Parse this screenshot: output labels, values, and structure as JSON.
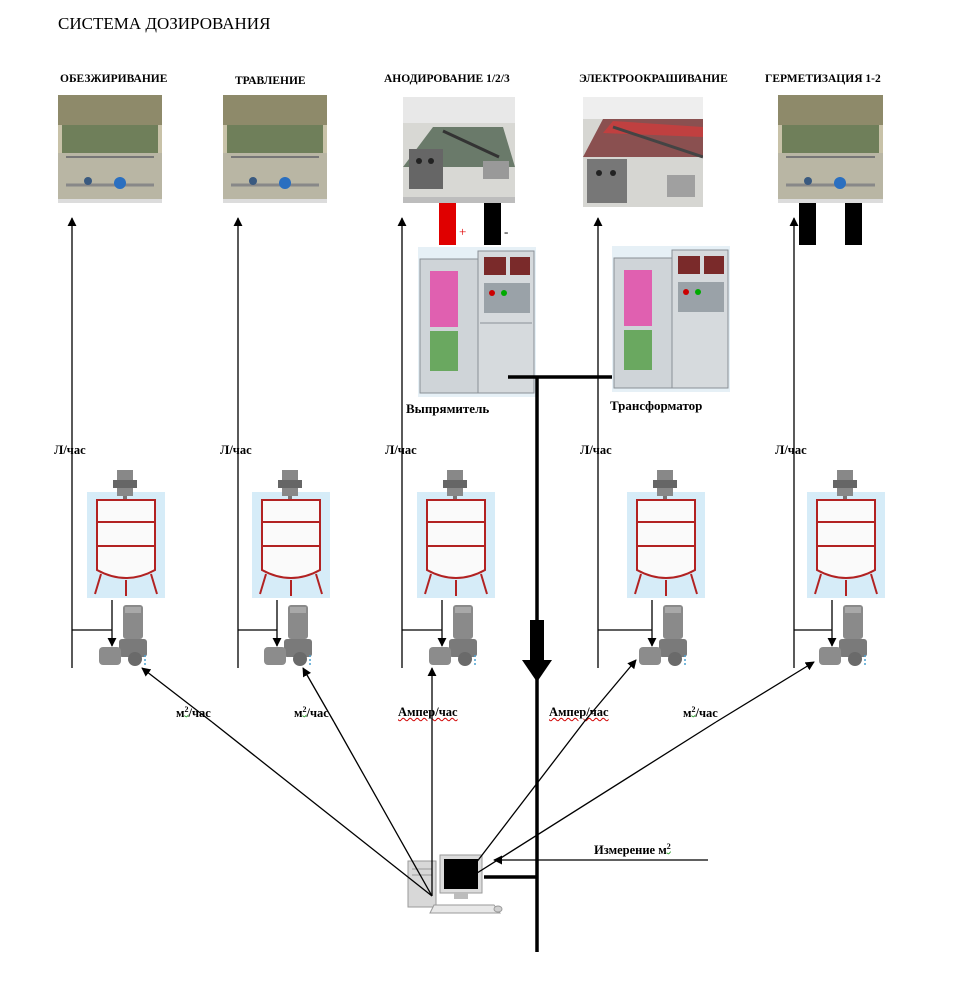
{
  "title": "СИСТЕМА ДОЗИРОВАНИЯ",
  "stages": [
    {
      "label": "ОБЕЗЖИРИВАНИЕ",
      "flow_label": "Л/час"
    },
    {
      "label": "ТРАВЛЕНИЕ",
      "flow_label": "Л/час"
    },
    {
      "label": "АНОДИРОВАНИЕ 1/2/3",
      "flow_label": "Л/час"
    },
    {
      "label": "ЭЛЕКТРООКРАШИВАНИЕ",
      "flow_label": "Л/час"
    },
    {
      "label": "ГЕРМЕТИЗАЦИЯ 1-2",
      "flow_label": "Л/час"
    }
  ],
  "polarity": {
    "plus": "+",
    "minus": "-"
  },
  "rectifier_label": "Выпрямитель",
  "transformer_label": "Трансформатор",
  "control_labels": [
    {
      "text": "м",
      "sup": "2",
      "suffix": "/час"
    },
    {
      "text": "м",
      "sup": "2",
      "suffix": "/час"
    },
    {
      "text": "Ампер/час"
    },
    {
      "text": "Ампер/час"
    },
    {
      "text": "м",
      "sup": "2",
      "suffix": "/час"
    }
  ],
  "measurement_label": {
    "text": "Измерение м",
    "sup": "2"
  },
  "colors": {
    "positive": "#e00000",
    "negative": "#000000",
    "tank_frame": "#b22222",
    "pump": "#8a8a8a"
  }
}
